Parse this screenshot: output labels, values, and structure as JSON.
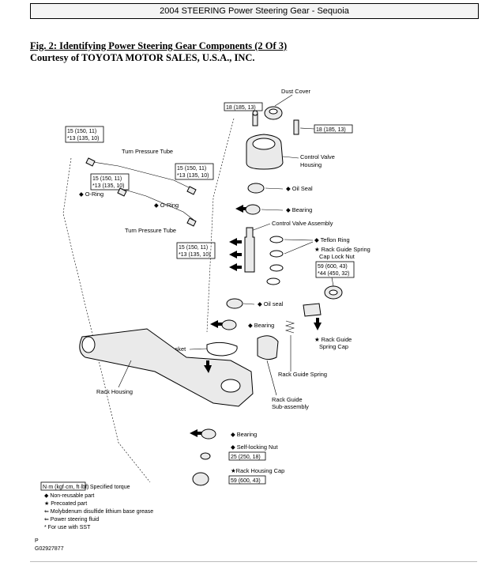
{
  "header": {
    "title": "2004 STEERING Power Steering Gear - Sequoia"
  },
  "figure": {
    "title": "Fig. 2: Identifying Power Steering Gear Components (2 Of 3)",
    "courtesy": "Courtesy of TOYOTA MOTOR SALES, U.S.A., INC."
  },
  "labels": {
    "dust_cover": "Dust Cover",
    "control_valve_housing_1": "Control Valve",
    "control_valve_housing_2": "Housing",
    "turn_pressure_tube_top": "Turn Pressure Tube",
    "turn_pressure_tube_bottom": "Turn Pressure Tube",
    "o_ring_left": "◆ O-Ring",
    "o_ring_mid": "◆ O-Ring",
    "oil_seal_top": "◆ Oil Seal",
    "bearing_top": "◆ Bearing",
    "control_valve_assembly": "Control Valve Assembly",
    "teflon_ring": "◆ Teflon Ring",
    "rack_guide_spring_cap_lock_nut_1": "★ Rack Guide Spring",
    "rack_guide_spring_cap_lock_nut_2": "Cap Lock Nut",
    "oil_seal_mid": "◆ Oil seal",
    "bearing_mid": "◆ Bearing",
    "rack_guide_spring_cap_1": "★ Rack Guide",
    "rack_guide_spring_cap_2": "Spring Cap",
    "gasket": "◆ Gasket",
    "rack_guide_spring": "Rack Guide Spring",
    "rack_housing": "Rack Housing",
    "rack_guide_sub_1": "Rack Guide",
    "rack_guide_sub_2": "Sub-assembly",
    "bearing_bottom": "◆ Bearing",
    "self_locking_nut": "◆ Self-locking Nut",
    "rack_housing_cap": "★Rack Housing Cap"
  },
  "torque": {
    "tube_left_1": "15 (150, 11)",
    "tube_left_2": "*13 (135, 10)",
    "tube_mid_1": "15 (150, 11)",
    "tube_mid_2": "*13 (135, 10)",
    "tube_right_1": "15 (150, 11)",
    "tube_right_2": "*13 (135, 10)",
    "tube_lower_1": "15 (150, 11)",
    "tube_lower_2": "*13 (135, 10)",
    "bolt_left": "18 (185, 13)",
    "bolt_right": "18 (185, 13)",
    "lock_nut_1": "59 (600, 43)",
    "lock_nut_2": "*44 (450, 32)",
    "self_locking_nut": "25 (250, 18)",
    "housing_cap": "59 (600, 43)"
  },
  "legend": {
    "unit_box": "N·m (kgf·cm, ft·lbf)",
    "unit_desc": ": Specified torque",
    "items": [
      "◆ Non-reusable part",
      "★ Precoated part",
      "⇐ Molybdenum disulfide lithium base grease",
      "⇐ Power steering fluid",
      "* For use with SST"
    ]
  },
  "footer": {
    "mark": "P",
    "code": "G02927877"
  },
  "colors": {
    "line": "#000000",
    "header_bg": "#f4f4f4",
    "part_fill": "#eaeaea"
  }
}
